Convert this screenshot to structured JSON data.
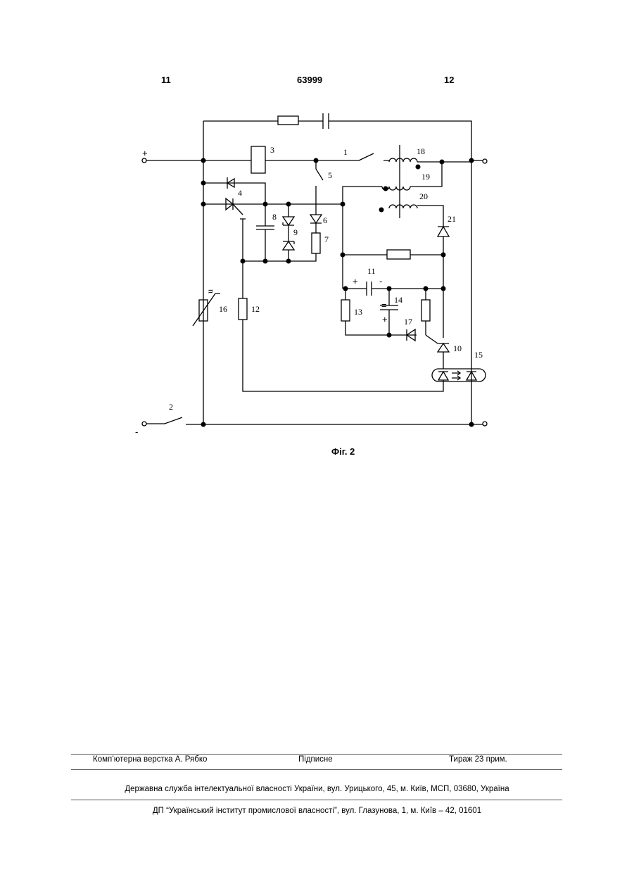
{
  "header": {
    "page_left": "11",
    "patent_number": "63999",
    "page_right": "12"
  },
  "diagram": {
    "labels": {
      "plus": "+",
      "minus": "-",
      "cap_plus": "+",
      "cap_minus": "-",
      "elec_marks": "=",
      "varistor_mark": "u",
      "n1": "1",
      "n2": "2",
      "n3": "3",
      "n4": "4",
      "n5": "5",
      "n6": "6",
      "n7": "7",
      "n8": "8",
      "n9": "9",
      "n10": "10",
      "n11": "11",
      "n12": "12",
      "n13": "13",
      "n14": "14",
      "n15": "15",
      "n16": "16",
      "n17": "17",
      "n18": "18",
      "n19": "19",
      "n20": "20",
      "n21": "21"
    }
  },
  "caption": "Фіг. 2",
  "footer": {
    "layout": "Комп’ютерна верстка А. Рябко",
    "signed": "Підписне",
    "circulation": "Тираж 23 прим.",
    "service": "Державна служба інтелектуальної власності України, вул. Урицького, 45, м. Київ, МСП, 03680, Україна",
    "institute": "ДП “Український інститут промислової власності”, вул. Глазунова, 1, м. Київ – 42, 01601"
  }
}
